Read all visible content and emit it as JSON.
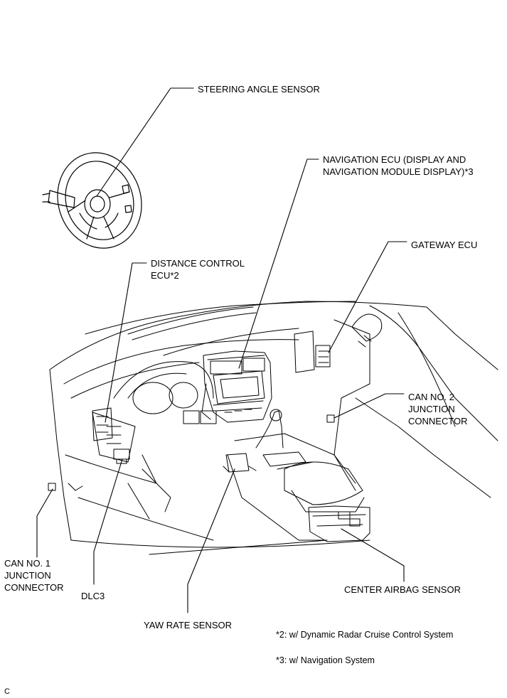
{
  "labels": {
    "steering_angle_sensor": "STEERING ANGLE SENSOR",
    "navigation_ecu": [
      "NAVIGATION ECU (DISPLAY AND",
      "NAVIGATION MODULE DISPLAY)*3"
    ],
    "gateway_ecu": "GATEWAY ECU",
    "distance_control_ecu": [
      "DISTANCE CONTROL",
      "ECU*2"
    ],
    "can_no2_junction_connector": [
      "CAN NO. 2",
      "JUNCTION",
      "CONNECTOR"
    ],
    "can_no1_junction_connector": [
      "CAN NO. 1",
      "JUNCTION",
      "CONNECTOR"
    ],
    "dlc3": "DLC3",
    "center_airbag_sensor": "CENTER AIRBAG SENSOR",
    "yaw_rate_sensor": "YAW RATE SENSOR"
  },
  "notes": [
    "*2: w/ Dynamic Radar Cruise Control System",
    "*3: w/ Navigation System"
  ],
  "figure_code": "C"
}
